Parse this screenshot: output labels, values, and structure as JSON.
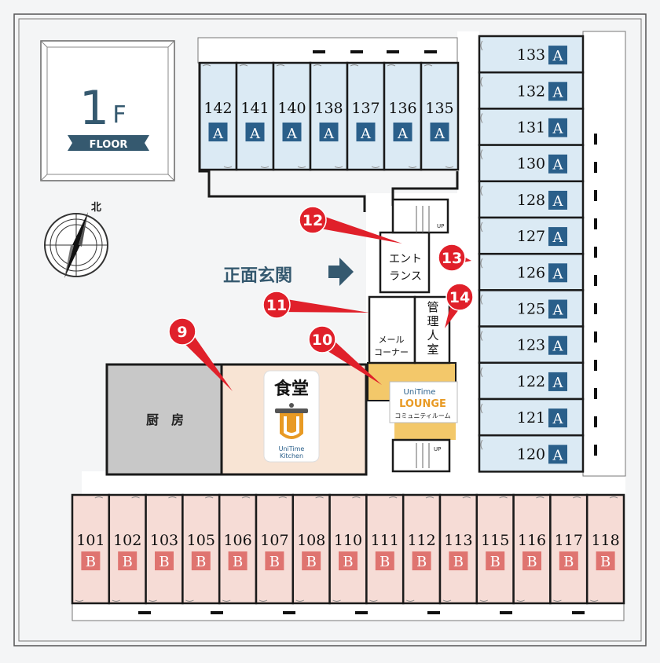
{
  "floor": {
    "number": "1",
    "suffix": "F",
    "label": "FLOOR"
  },
  "compass": {
    "north": "北"
  },
  "entrance": {
    "label": "正面玄関",
    "room": "エント\nランス"
  },
  "mail": {
    "label": "メール\nコーナー"
  },
  "office": {
    "label": "管\n理\n人\n室"
  },
  "kitchen": {
    "label": "厨　房"
  },
  "dining": {
    "label": "食堂",
    "brand": "UniTime\nKitchen"
  },
  "lounge": {
    "brand": "UniTime",
    "title": "LOUNGE",
    "sub": "コミュニティルーム"
  },
  "stairs": {
    "up": "UP"
  },
  "markers": [
    "9",
    "10",
    "11",
    "12",
    "13",
    "14"
  ],
  "rooms_top": [
    {
      "no": "142",
      "type": "A"
    },
    {
      "no": "141",
      "type": "A"
    },
    {
      "no": "140",
      "type": "A"
    },
    {
      "no": "138",
      "type": "A"
    },
    {
      "no": "137",
      "type": "A"
    },
    {
      "no": "136",
      "type": "A"
    },
    {
      "no": "135",
      "type": "A"
    }
  ],
  "rooms_right": [
    {
      "no": "133",
      "type": "A"
    },
    {
      "no": "132",
      "type": "A"
    },
    {
      "no": "131",
      "type": "A"
    },
    {
      "no": "130",
      "type": "A"
    },
    {
      "no": "128",
      "type": "A"
    },
    {
      "no": "127",
      "type": "A"
    },
    {
      "no": "126",
      "type": "A"
    },
    {
      "no": "125",
      "type": "A"
    },
    {
      "no": "123",
      "type": "A"
    },
    {
      "no": "122",
      "type": "A"
    },
    {
      "no": "121",
      "type": "A"
    },
    {
      "no": "120",
      "type": "A"
    }
  ],
  "rooms_bottom": [
    {
      "no": "101",
      "type": "B"
    },
    {
      "no": "102",
      "type": "B"
    },
    {
      "no": "103",
      "type": "B"
    },
    {
      "no": "105",
      "type": "B"
    },
    {
      "no": "106",
      "type": "B"
    },
    {
      "no": "107",
      "type": "B"
    },
    {
      "no": "108",
      "type": "B"
    },
    {
      "no": "110",
      "type": "B"
    },
    {
      "no": "111",
      "type": "B"
    },
    {
      "no": "112",
      "type": "B"
    },
    {
      "no": "113",
      "type": "B"
    },
    {
      "no": "115",
      "type": "B"
    },
    {
      "no": "116",
      "type": "B"
    },
    {
      "no": "117",
      "type": "B"
    },
    {
      "no": "118",
      "type": "B"
    }
  ],
  "colors": {
    "wall": "#1a1a1a",
    "roomA": "#dbeaf4",
    "badgeA": "#2a5f8a",
    "roomB": "#f6dcd6",
    "badgeB": "#df7470",
    "kitchen": "#c8c8c8",
    "dining": "#f8e4d4",
    "lounge": "#f3c86a",
    "marker": "#e0202a",
    "title": "#35596f",
    "corridor": "#ffffff"
  }
}
